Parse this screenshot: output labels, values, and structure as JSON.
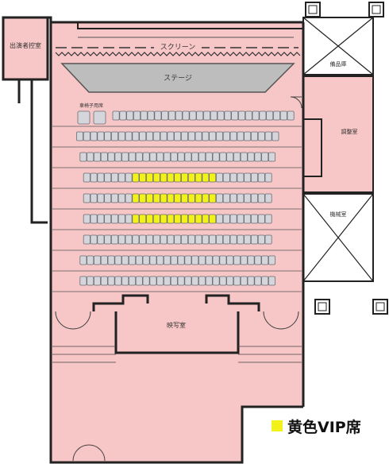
{
  "colors": {
    "floor": "#f7c6c6",
    "wall": "#222222",
    "seat": "#d4d6dc",
    "seat_border": "#6b6d73",
    "vip": "#f2f21a",
    "stage": "#bdbdbd"
  },
  "labels": {
    "screen": "スクリーン",
    "stage": "ステージ",
    "wheelchair": "車椅子用席",
    "green_room": "出演者控室",
    "storage": "備品庫",
    "control_room": "調整室",
    "machine_room": "機械室",
    "projection_room": "映写室"
  },
  "legend": {
    "label": "黄色VIP席",
    "color": "#f2f21a"
  },
  "seating": {
    "wheelchair_seats": 2,
    "rows": [
      {
        "row": 1,
        "seats": 26,
        "vip_seats": 0
      },
      {
        "row": 2,
        "seats": 29,
        "vip_seats": 0
      },
      {
        "row": 3,
        "seats": 28,
        "vip_seats": 0
      },
      {
        "row": 4,
        "seats": 27,
        "vip_seats": 12
      },
      {
        "row": 5,
        "seats": 27,
        "vip_seats": 12
      },
      {
        "row": 6,
        "seats": 27,
        "vip_seats": 12
      },
      {
        "row": 7,
        "seats": 27,
        "vip_seats": 0
      },
      {
        "row": 8,
        "seats": 28,
        "vip_seats": 0
      },
      {
        "row": 9,
        "seats": 28,
        "vip_seats": 0
      }
    ]
  }
}
